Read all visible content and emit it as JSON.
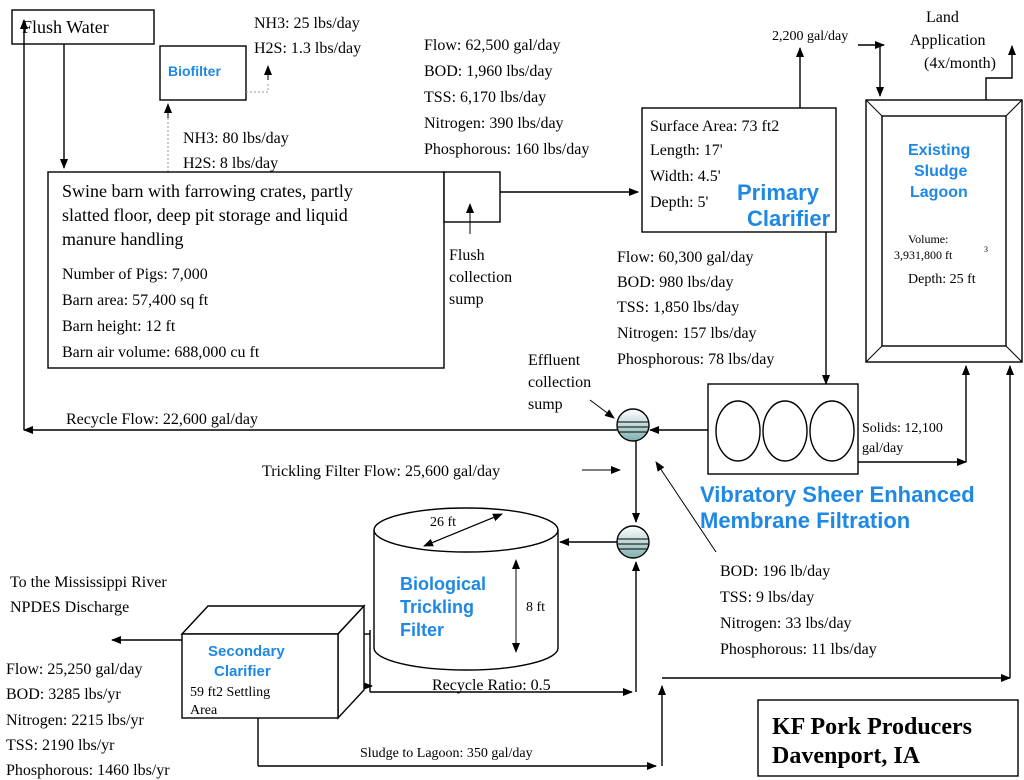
{
  "flush_water": "Flush Water",
  "biofilter": {
    "label": "Biofilter",
    "out_nh3": "NH3: 25 lbs/day",
    "out_h2s": "H2S: 1.3 lbs/day",
    "in_nh3": "NH3: 80 lbs/day",
    "in_h2s": "H2S: 8 lbs/day"
  },
  "barn": {
    "desc1": "Swine barn with farrowing crates, partly",
    "desc2": "slatted floor, deep pit storage and liquid",
    "desc3": "manure handling",
    "pigs": "Number of Pigs: 7,000",
    "area": "Barn area: 57,400 sq ft",
    "height": "Barn height: 12 ft",
    "volume": "Barn air volume: 688,000 cu ft"
  },
  "flush_sump": [
    "Flush",
    "collection",
    "sump"
  ],
  "influent": {
    "flow": "Flow: 62,500 gal/day",
    "bod": "BOD: 1,960 lbs/day",
    "tss": "TSS: 6,170 lbs/day",
    "nitrogen": "Nitrogen: 390 lbs/day",
    "phosphorous": "Phosphorous: 160 lbs/day"
  },
  "primary_clarifier": {
    "surface": "Surface Area: 73 ft2",
    "length": "Length: 17'",
    "width": "Width: 4.5'",
    "depth": "Depth: 5'",
    "title1": "Primary",
    "title2": "Clarifier"
  },
  "clarifier_overflow": "2,200 gal/day",
  "land_application": [
    "Land",
    "Application",
    "(4x/month)"
  ],
  "sludge_lagoon": {
    "title1": "Existing",
    "title2": "Sludge",
    "title3": "Lagoon",
    "volume1": "Volume:",
    "volume2": "3,931,800 ft",
    "volume_sup": "3",
    "depth": "Depth: 25 ft"
  },
  "primary_effluent": {
    "flow": "Flow: 60,300 gal/day",
    "bod": "BOD: 980 lbs/day",
    "tss": "TSS: 1,850 lbs/day",
    "nitrogen": "Nitrogen: 157 lbs/day",
    "phosphorous": "Phosphorous: 78 lbs/day"
  },
  "effluent_sump": [
    "Effluent",
    "collection",
    "sump"
  ],
  "recycle_flow": "Recycle Flow: 22,600 gal/day",
  "solids": [
    "Solids: 12,100",
    "gal/day"
  ],
  "trickling_filter_flow": "Trickling Filter Flow: 25,600 gal/day",
  "vsep": [
    "Vibratory Sheer Enhanced",
    "Membrane Filtration"
  ],
  "membrane_permeate": {
    "bod": "BOD: 196 lb/day",
    "tss": "TSS: 9 lbs/day",
    "nitrogen": "Nitrogen: 33 lbs/day",
    "phosphorous": "Phosphorous: 11 lbs/day"
  },
  "trickling_filter": {
    "diameter": "26 ft",
    "height": "8 ft",
    "title1": "Biological",
    "title2": "Trickling",
    "title3": "Filter"
  },
  "river": [
    "To the Mississippi River",
    "NPDES Discharge"
  ],
  "secondary_clarifier": {
    "title1": "Secondary",
    "title2": "Clarifier",
    "area1": "59 ft2 Settling",
    "area2": "Area"
  },
  "final_effluent": {
    "flow": "Flow: 25,250 gal/day",
    "bod": "BOD: 3285 lbs/yr",
    "nitrogen": "Nitrogen: 2215 lbs/yr",
    "tss": "TSS: 2190 lbs/yr",
    "phosphorous": "Phosphorous: 1460 lbs/yr"
  },
  "recycle_ratio": "Recycle Ratio: 0.5",
  "sludge_to_lagoon": "Sludge to Lagoon:  350 gal/day",
  "owner": [
    "KF Pork Producers",
    "Davenport, IA"
  ],
  "colors": {
    "accent": "#1e88e5",
    "sump_fill": "#8fbcbc"
  }
}
